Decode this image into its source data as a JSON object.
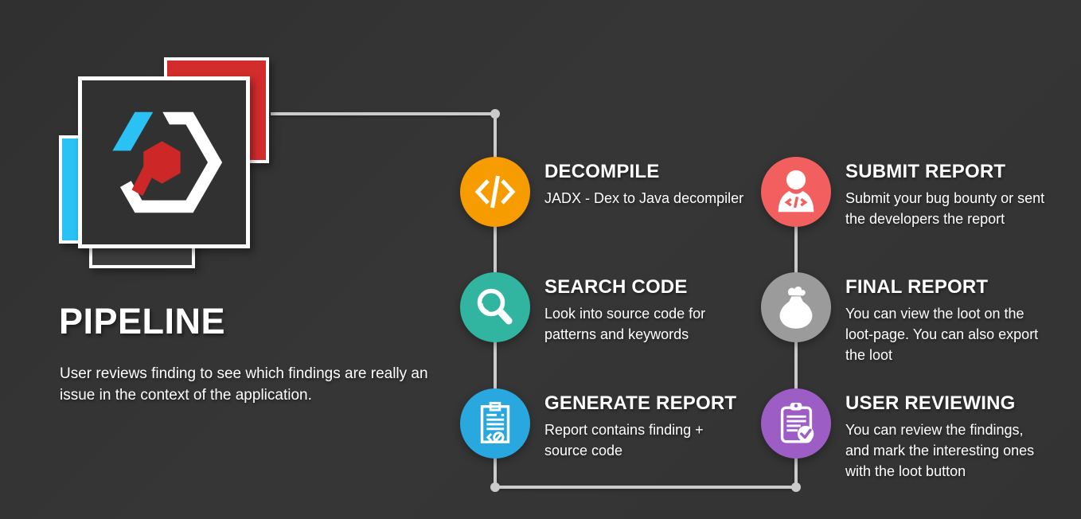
{
  "page": {
    "background_color": "#343434",
    "connector_color": "#cbcbcb"
  },
  "logo": {
    "description": "layered-squares app logo with hexagon code emblem",
    "colors": {
      "cyan_bar": "#2ac2f5",
      "red_square": "#d32c2c",
      "dark_square": "#313131",
      "emblem_cyan": "#2ac2f5",
      "emblem_red": "#cd2727",
      "emblem_white": "#ffffff"
    }
  },
  "header": {
    "title": "PIPELINE",
    "subtitle": "User reviews finding to see which findings are really an\nissue in the context of the application."
  },
  "steps": [
    {
      "title": "DECOMPILE",
      "description": "JADX - Dex to Java decompiler",
      "circle_color": "#f79c00",
      "icon": "code-icon"
    },
    {
      "title": "SEARCH CODE",
      "description": "Look into source code for\npatterns and keywords",
      "circle_color": "#31b4a0",
      "icon": "search-icon"
    },
    {
      "title": "GENERATE REPORT",
      "description": "Report contains finding +\nsource code",
      "circle_color": "#29a8e0",
      "icon": "report-code-icon"
    },
    {
      "title": "SUBMIT REPORT",
      "description": "Submit your bug bounty or sent\nthe developers the report",
      "circle_color": "#f15f5f",
      "icon": "person-code-icon"
    },
    {
      "title": "FINAL REPORT",
      "description": "You can view the loot on the\nloot-page. You can also export\nthe loot",
      "circle_color": "#9b9b9b",
      "icon": "money-bag-icon"
    },
    {
      "title": "USER REVIEWING",
      "description": "You can review the findings,\nand mark the interesting ones\nwith the loot button",
      "circle_color": "#9c5ec4",
      "icon": "clipboard-check-icon"
    }
  ]
}
